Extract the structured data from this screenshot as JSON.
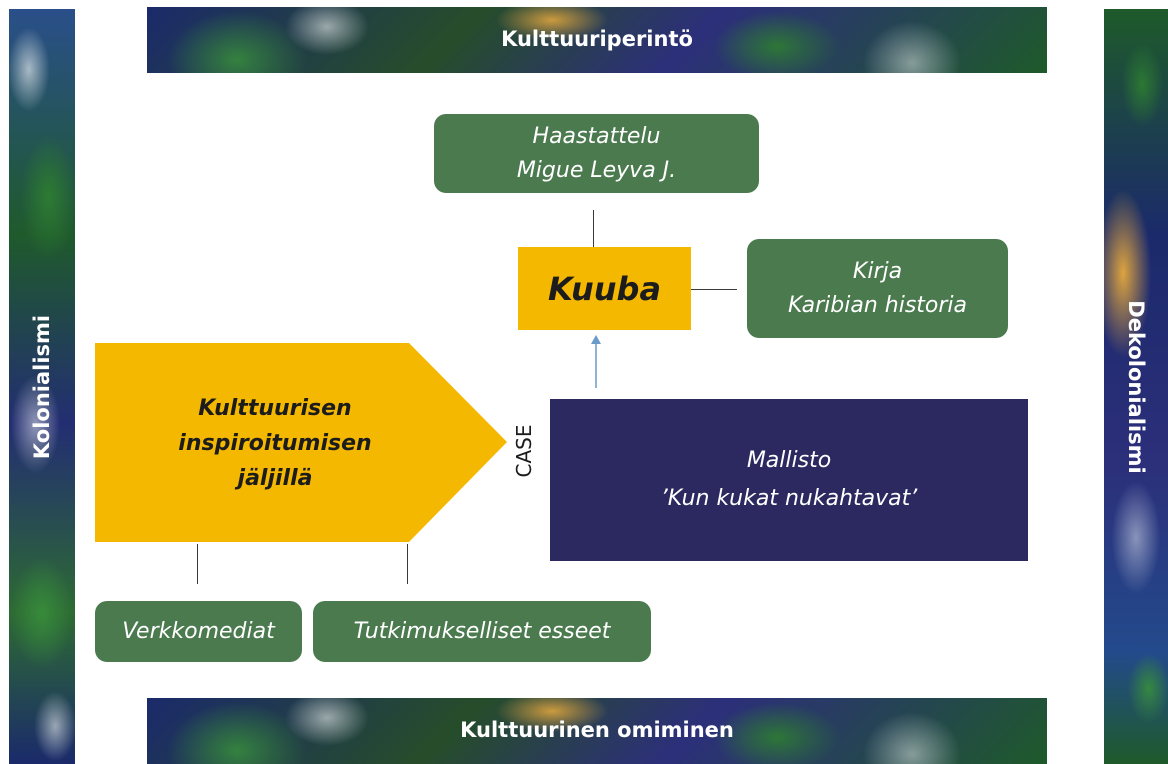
{
  "bands": {
    "top": "Kulttuuriperintö",
    "bottom": "Kulttuurinen omiminen",
    "left": "Kolonialismi",
    "right": "Dekolonialismi"
  },
  "nodes": {
    "interview": {
      "line1": "Haastattelu",
      "line2": "Migue Leyva J."
    },
    "kuuba": "Kuuba",
    "book": {
      "line1": "Kirja",
      "line2": "Karibian historia"
    },
    "main_arrow": {
      "line1": "Kulttuurisen",
      "line2": "inspiroitumisen",
      "line3": "jäljillä"
    },
    "case_label": "CASE",
    "collection": {
      "line1": "Mallisto",
      "line2": "’Kun kukat nukahtavat’"
    },
    "web_media": "Verkkomediat",
    "essays": "Tutkimukselliset esseet"
  },
  "colors": {
    "green_box": "#4b7a4f",
    "yellow": "#f5b800",
    "navy": "#2b2960",
    "arrow_up": "#6a9bc8"
  }
}
